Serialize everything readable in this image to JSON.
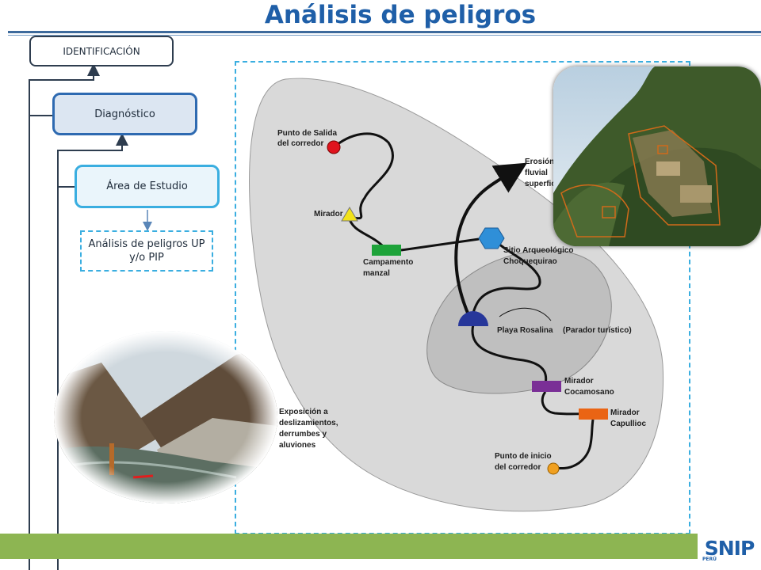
{
  "title": "Análisis de peligros",
  "flow": {
    "identificacion": "IDENTIFICACIÓN",
    "diagnostico": "Diagnóstico",
    "area_estudio": "Área de Estudio",
    "analisis_line1": "Análisis de peligros UP",
    "analisis_line2": "y/o PIP"
  },
  "map_labels": {
    "punto_salida_1": "Punto de Salida",
    "punto_salida_2": "del corredor",
    "mirador": "Mirador",
    "campamento_1": "Campamento",
    "campamento_2": "manzal",
    "sitio_1": "Sitio Arqueológico",
    "sitio_2": "Choquequirao",
    "playa": "Playa Rosalina",
    "parador": "(Parador turístico)",
    "cocamosano_1": "Mirador",
    "cocamosano_2": "Cocamosano",
    "capullioc_1": "Mirador",
    "capullioc_2": "Capullioc",
    "inicio_1": "Punto de inicio",
    "inicio_2": "del corredor",
    "erosion_1": "Erosión",
    "erosion_2": "fluvial",
    "erosion_3": "superficial",
    "exposicion_1": "Exposición a",
    "exposicion_2": "deslizamientos,",
    "exposicion_3": "derrumbes y",
    "exposicion_4": "aluviones"
  },
  "logo": {
    "text": "SNIP",
    "sub": "PERÚ"
  },
  "colors": {
    "title": "#1f5fa8",
    "footer": "#8db552",
    "dashed": "#3aaee0",
    "marker_red": "#e0141e",
    "marker_yellow": "#f2e21a",
    "marker_green": "#1ea33a",
    "marker_blue": "#2f8fd8",
    "marker_navy": "#27379a",
    "marker_purple": "#7a2f96",
    "marker_orange": "#ea6414"
  }
}
